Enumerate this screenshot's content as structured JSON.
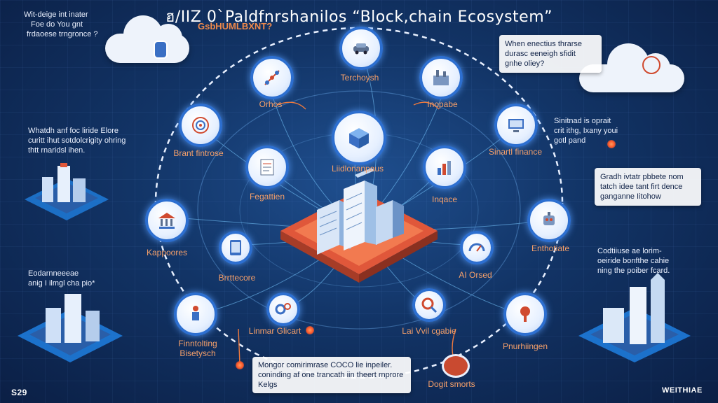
{
  "header": {
    "title": "ฮ/IIZ 0`Paldfnrshanilos “Block,chain Ecosystem”",
    "subtitle": "GsbHUMLBXNT?"
  },
  "notes": {
    "top_left": [
      "Wit-deige int inater",
      "Foe do You gnt",
      "frdaoese trngronce ?"
    ],
    "mid_left": [
      "Whatdh anf foc liride Elore",
      "curitt ihut sotdolcrigity ohring",
      "thtt rnaridsl ihen."
    ],
    "low_left": [
      "Eodarnneeeae",
      "anig I ilmgl cha pio*"
    ],
    "top_right": [
      "When enectius thrarse",
      "durasc eeneigh sfidit",
      "gnhe oliey?"
    ],
    "mid_right": [
      "Sinitnad is oprait",
      "crit ithg, Ixany youi",
      "gotl pand"
    ],
    "right_box": [
      "Gradh ivtatr pbbete nom",
      "tatch idee tant firt dence",
      "ganganne Iitohow"
    ],
    "low_right": [
      "Codtiiuse ae lorim-",
      "oeiride bonfthe cahie",
      "ning the poiber fcard."
    ],
    "bottom_box": [
      "Mongor comirimrase COCO lie inpeiler.",
      "coninding af one trancath iin theert rnprore",
      "Kelgs"
    ]
  },
  "nodes": [
    {
      "id": "techposh",
      "label": "Terchoysh",
      "icon": "car-icon"
    },
    {
      "id": "orthos",
      "label": "Orhos",
      "icon": "network-icon"
    },
    {
      "id": "inopabe",
      "label": "Inopabe",
      "icon": "factory-icon"
    },
    {
      "id": "smart-finance",
      "label": "Sinartl finance",
      "icon": "computer-icon"
    },
    {
      "id": "brant-fintrose",
      "label": "Brant fintrose",
      "icon": "target-icon"
    },
    {
      "id": "fegartien",
      "label": "Fegattien",
      "icon": "document-icon"
    },
    {
      "id": "inqace",
      "label": "Inqace",
      "icon": "chart-icon"
    },
    {
      "id": "kappoores",
      "label": "Kappoores",
      "icon": "bank-icon"
    },
    {
      "id": "enthotiate",
      "label": "Enthotiate",
      "icon": "robot-icon"
    },
    {
      "id": "brrttecore",
      "label": "Brrttecore",
      "icon": "tablet-icon"
    },
    {
      "id": "ai-orsed",
      "label": "AI Orsed",
      "icon": "gauge-icon"
    },
    {
      "id": "fintrolting",
      "label": "Finntolting Bisetysch",
      "icon": "figure-icon"
    },
    {
      "id": "linmar-glicart",
      "label": "Linmar Glicart",
      "icon": "gears-icon"
    },
    {
      "id": "lai-val",
      "label": "Lai Vvil cgabie",
      "icon": "magnifier-icon"
    },
    {
      "id": "pnurhiingen",
      "label": "Pnurhiingen",
      "icon": "key-icon"
    },
    {
      "id": "center",
      "label": "Liidlonanpaus",
      "icon": "cube-icon"
    }
  ],
  "bottom_label": "Dogit smorts",
  "logo_left": "S29",
  "logo_right": "WEITHIAE"
}
